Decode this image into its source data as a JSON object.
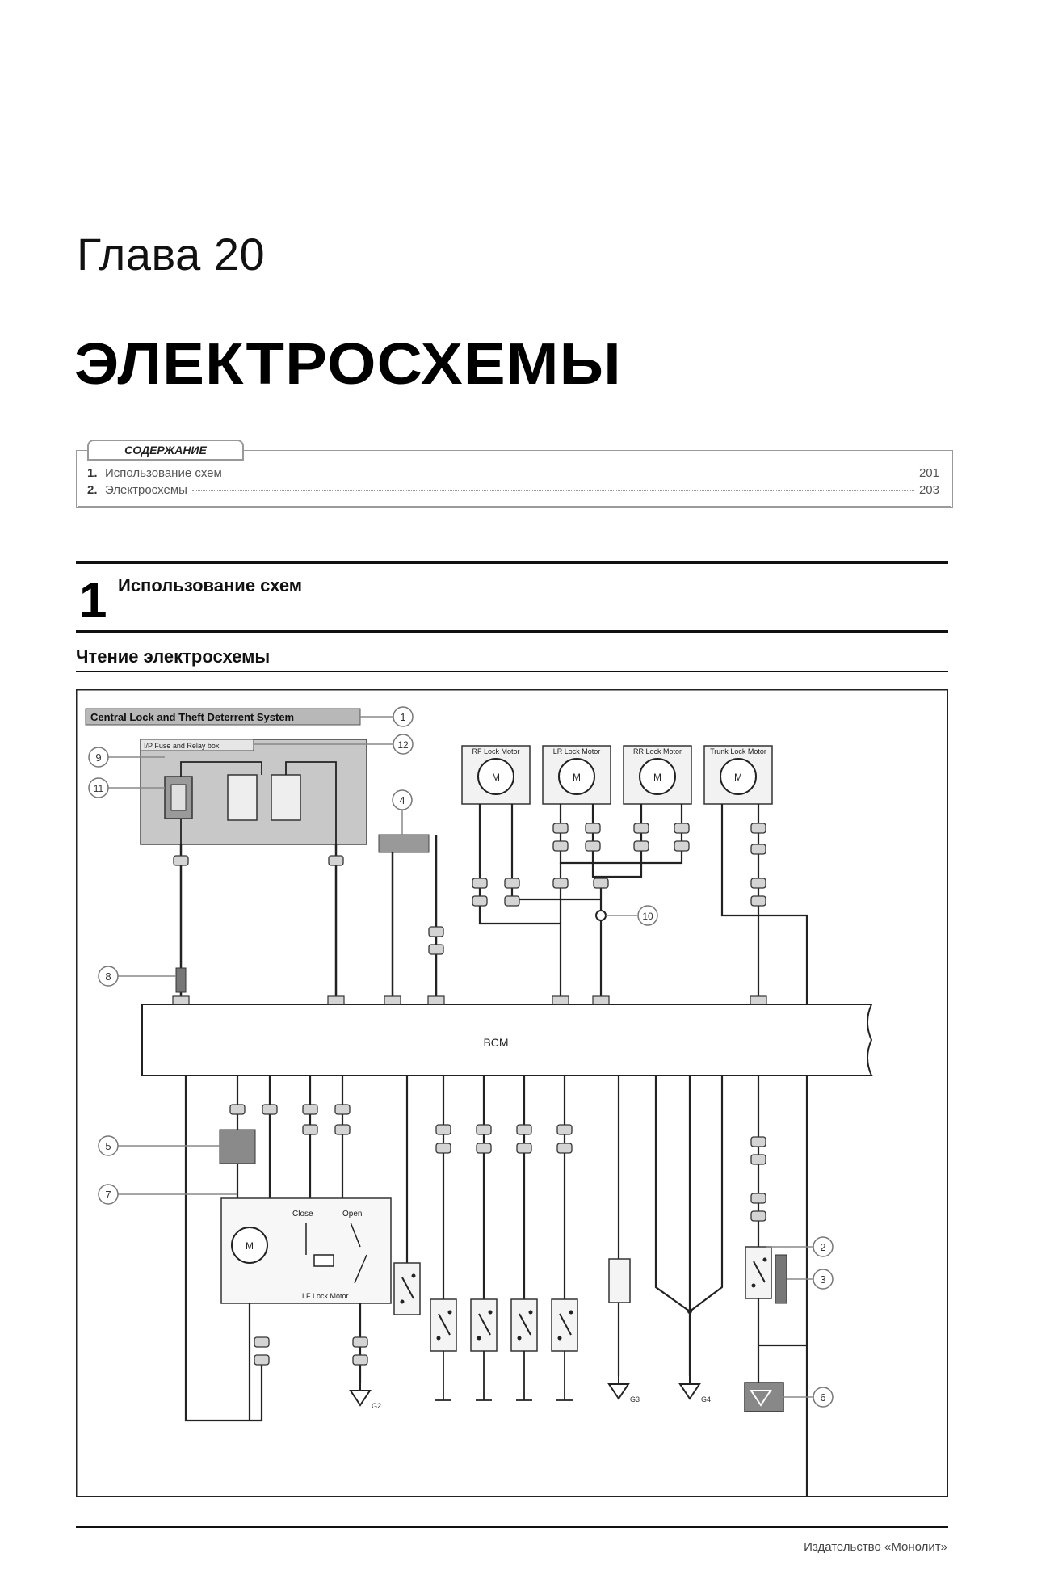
{
  "header": {
    "chapter": "Глава 20",
    "title": "ЭЛЕКТРОСХЕМЫ"
  },
  "toc": {
    "label": "СОДЕРЖАНИЕ",
    "items": [
      {
        "num": "1.",
        "text": "Использование схем",
        "page": "201"
      },
      {
        "num": "2.",
        "text": "Электросхемы",
        "page": "203"
      }
    ]
  },
  "section": {
    "number": "1",
    "title": "Использование схем",
    "subtitle": "Чтение электросхемы"
  },
  "diagram": {
    "system_title": "Central Lock and Theft Deterrent System",
    "fuse_box_label": "I/P Fuse and Relay box",
    "motors": [
      "RF Lock Motor",
      "LR Lock Motor",
      "RR Lock Motor",
      "Trunk Lock Motor"
    ],
    "module": "BCM",
    "lf_motor": "LF Lock Motor",
    "close_label": "Close",
    "open_label": "Open",
    "callouts": [
      "1",
      "2",
      "3",
      "4",
      "5",
      "6",
      "7",
      "8",
      "9",
      "10",
      "11",
      "12"
    ],
    "grounds": [
      "G2",
      "G3",
      "G4"
    ],
    "colors": {
      "line": "#1a1a1a",
      "box_fill": "#c8c8c8",
      "dark_fill": "#666666"
    }
  },
  "footer": {
    "publisher": "Издательство «Монолит»"
  }
}
